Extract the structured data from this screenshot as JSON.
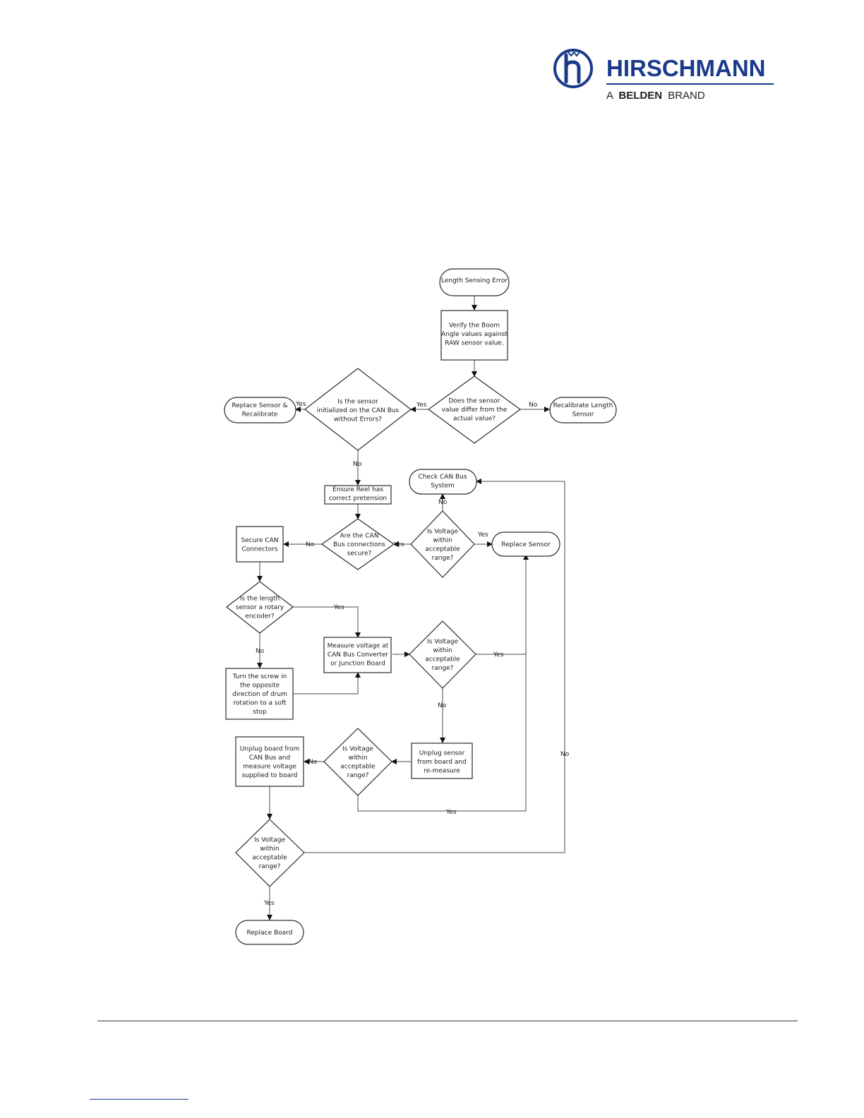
{
  "brand": {
    "name": "HIRSCHMANN",
    "tagline_prefix": "A",
    "tagline_bold": "BELDEN",
    "tagline_suffix": "BRAND",
    "color": "#1b3a8c",
    "icon": "hirschmann-h-logo-icon"
  },
  "flowchart": {
    "nodes": {
      "start": [
        "Length Sensing Error"
      ],
      "verify": [
        "Verify the Boom",
        "Angle values against",
        "RAW sensor value."
      ],
      "differ": [
        "Does the sensor",
        "value differ from the",
        "actual value?"
      ],
      "recal_len": [
        "Recalibrate Length",
        "Sensor"
      ],
      "init": [
        "Is the sensor",
        "initialized on the CAN Bus",
        "without Errors?"
      ],
      "replace_recal": [
        "Replace Sensor &",
        "Recalibrate"
      ],
      "reel": [
        "Ensure Reel has",
        "correct pretension"
      ],
      "check_can": [
        "Check CAN Bus",
        "System"
      ],
      "secure_q": [
        "Are the CAN",
        "Bus connections",
        "secure?"
      ],
      "volt1": [
        "Is Voltage",
        "within",
        "acceptable",
        "range?"
      ],
      "replace_sensor": [
        "Replace Sensor"
      ],
      "secure_can": [
        "Secure CAN",
        "Connectors"
      ],
      "rotary": [
        "Is the length",
        "sensor a rotary",
        "encoder?"
      ],
      "measure": [
        "Measure voltage at",
        "CAN Bus Converter",
        "or Junction Board"
      ],
      "volt2": [
        "Is Voltage",
        "within",
        "acceptable",
        "range?"
      ],
      "turn": [
        "Turn the screw in",
        "the opposite",
        "direction of drum",
        "rotation to a soft",
        "stop"
      ],
      "unplug_sensor": [
        "Unplug sensor",
        "from board and",
        "re-measure"
      ],
      "volt3": [
        "Is Voltage",
        "within",
        "acceptable",
        "range?"
      ],
      "unplug_board": [
        "Unplug board from",
        "CAN Bus and",
        "measure voltage",
        "supplied to board"
      ],
      "volt4": [
        "Is Voltage",
        "within",
        "acceptable",
        "range?"
      ],
      "replace_board": [
        "Replace Board"
      ]
    },
    "labels": {
      "differ_yes": "Yes",
      "differ_no": "No",
      "init_yes": "Yes",
      "init_no": "No",
      "volt1_no": "No",
      "volt1_yes": "Yes",
      "secure_yes": "Yes",
      "secure_no": "No",
      "rotary_yes": "Yes",
      "rotary_no": "No",
      "volt2_yes": "Yes",
      "volt2_no": "No",
      "volt3_no": "No",
      "volt3_yes": "Yes",
      "volt4_no": "No",
      "volt4_yes": "Yes"
    }
  }
}
